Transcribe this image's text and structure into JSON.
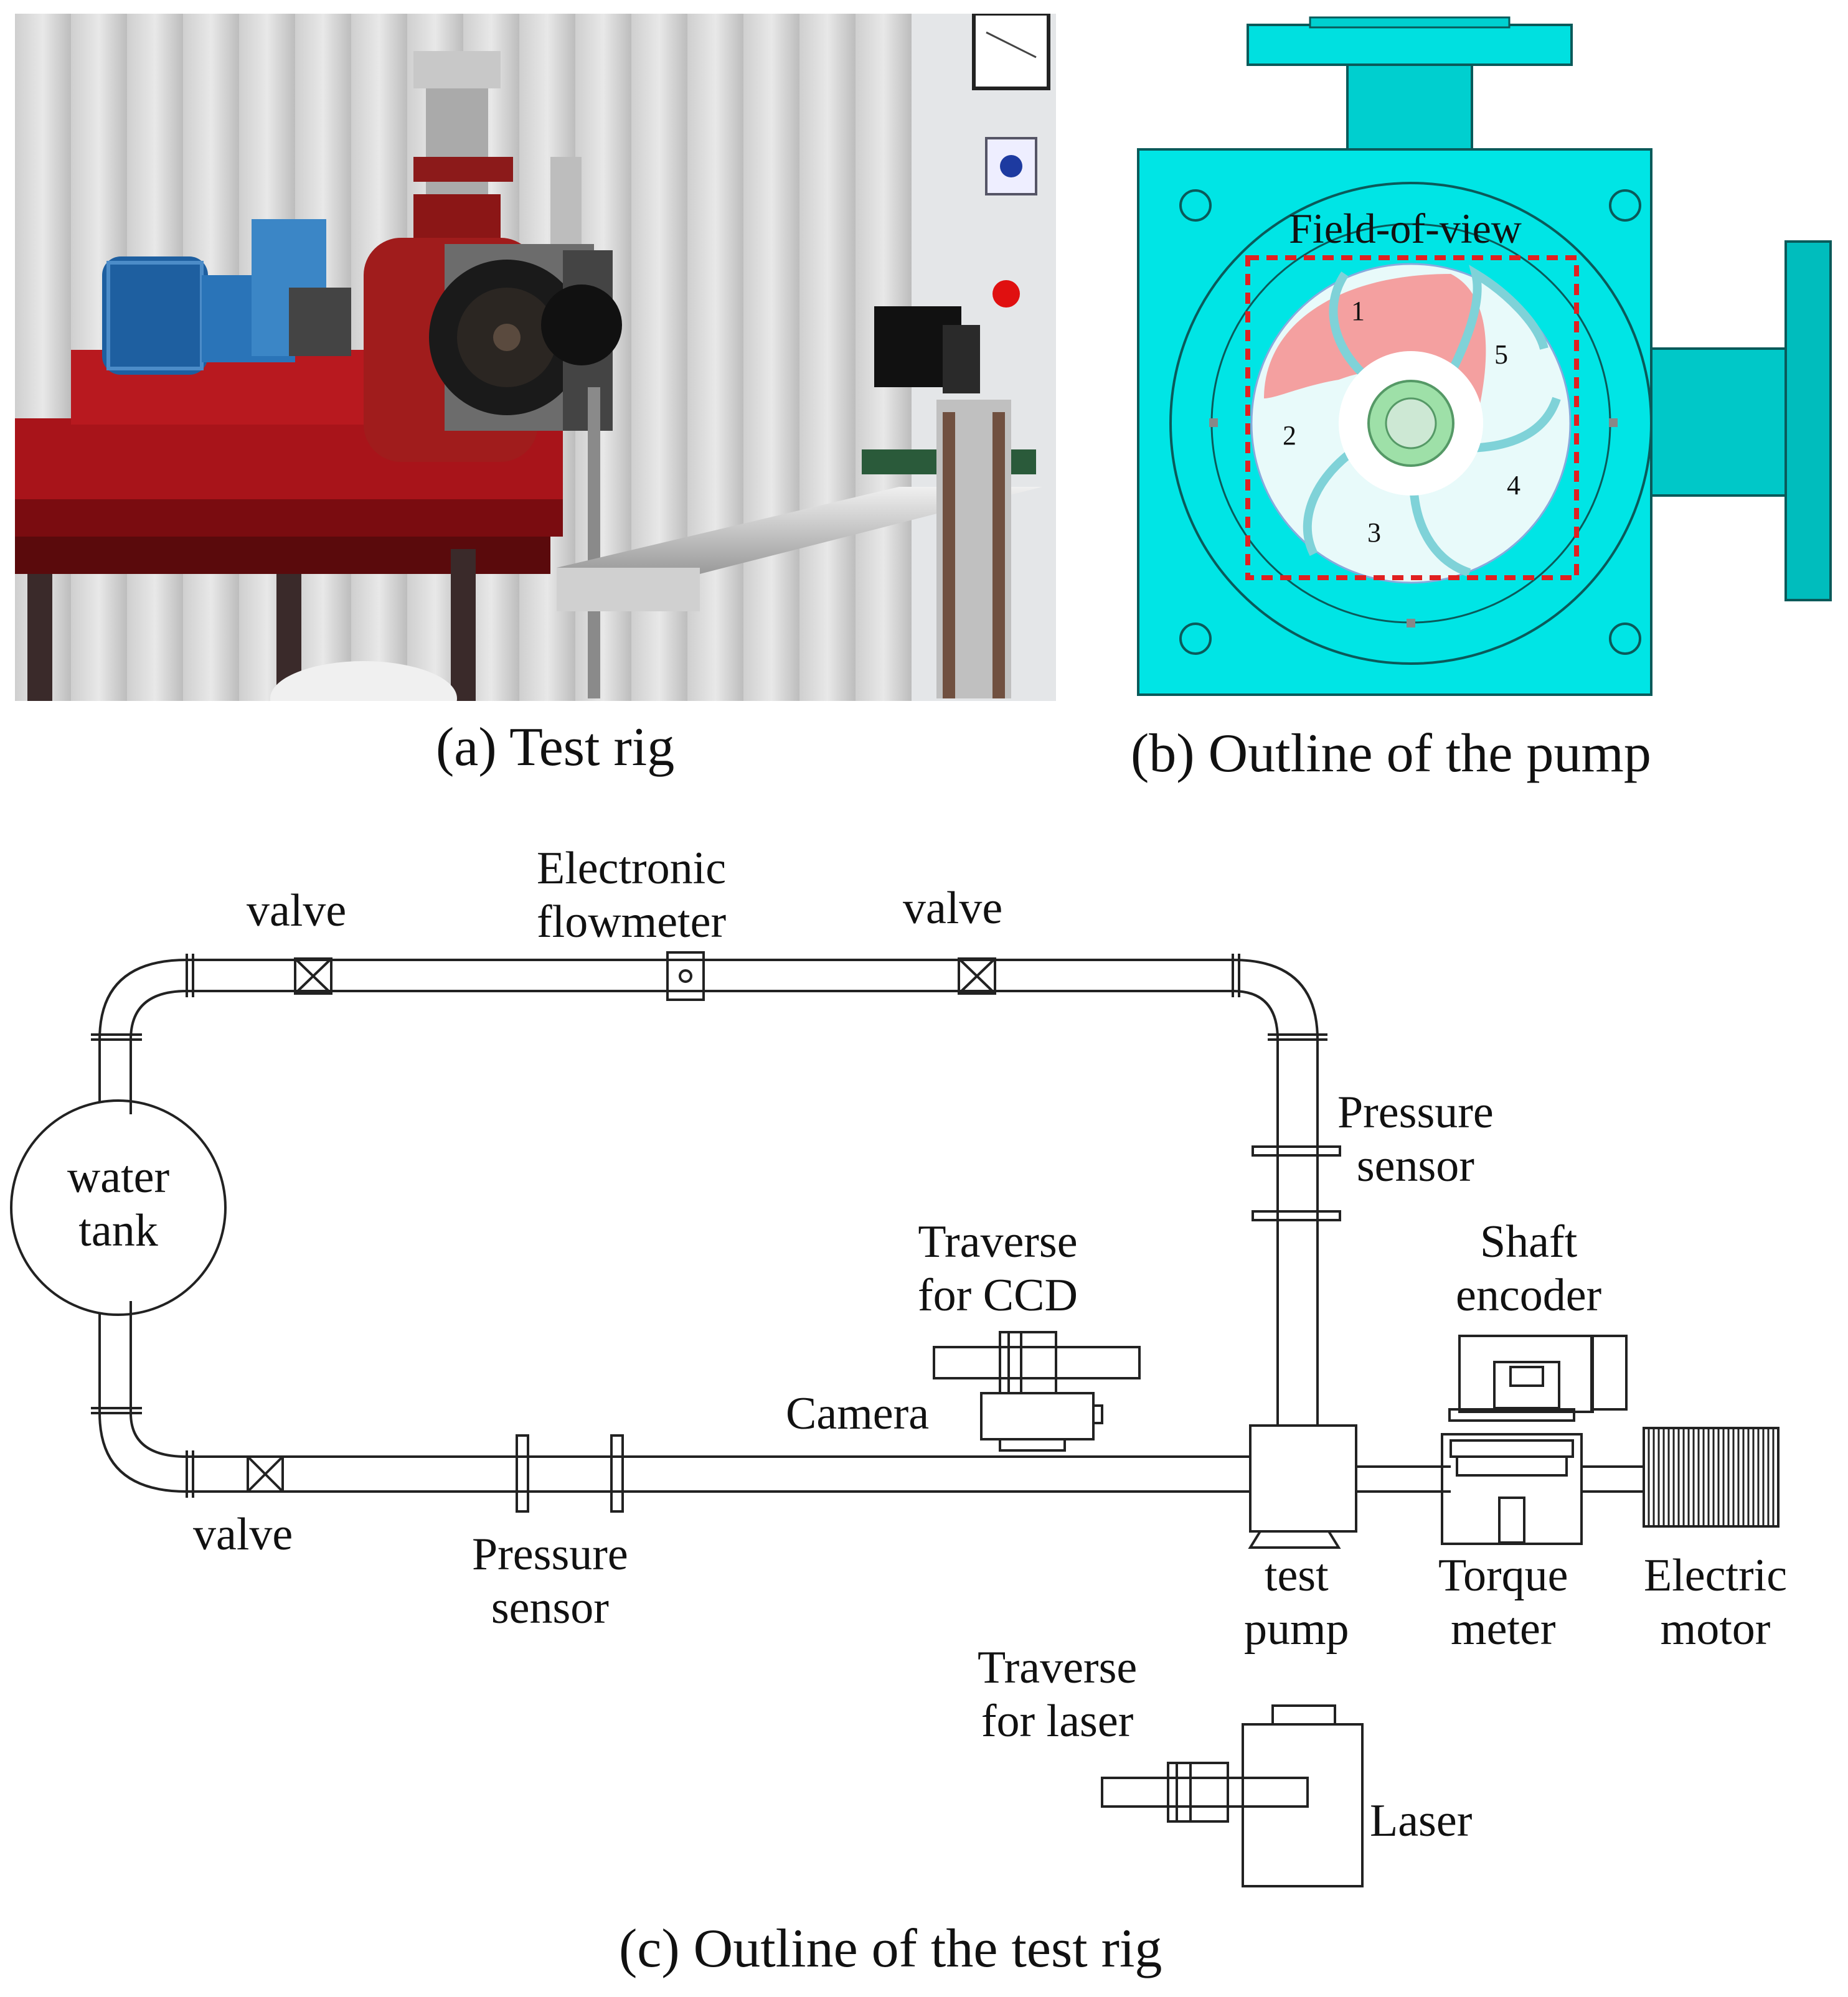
{
  "panel_a": {
    "caption": "(a) Test rig"
  },
  "panel_b": {
    "caption": "(b) Outline of the pump",
    "field_label": "Field-of-view",
    "passage_labels": [
      "1",
      "2",
      "3",
      "4",
      "5"
    ],
    "colors": {
      "casing": "#00E5E5",
      "highlight_passage": "#F4A0A0",
      "field_box": "#E02020"
    }
  },
  "panel_c": {
    "caption": "(c) Outline of the test rig",
    "labels": {
      "water_tank_1": "water",
      "water_tank_2": "tank",
      "valve_top_left": "valve",
      "flowmeter_1": "Electronic",
      "flowmeter_2": "flowmeter",
      "valve_top_right": "valve",
      "pressure_right_1": "Pressure",
      "pressure_right_2": "sensor",
      "traverse_ccd_1": "Traverse",
      "traverse_ccd_2": "for CCD",
      "camera": "Camera",
      "shaft_encoder_1": "Shaft",
      "shaft_encoder_2": "encoder",
      "valve_bottom": "valve",
      "pressure_bottom_1": "Pressure",
      "pressure_bottom_2": "sensor",
      "test_pump_1": "test",
      "test_pump_2": "pump",
      "torque_1": "Torque",
      "torque_2": "meter",
      "motor_1": "Electric",
      "motor_2": "motor",
      "traverse_laser_1": "Traverse",
      "traverse_laser_2": "for laser",
      "laser": "Laser"
    }
  }
}
